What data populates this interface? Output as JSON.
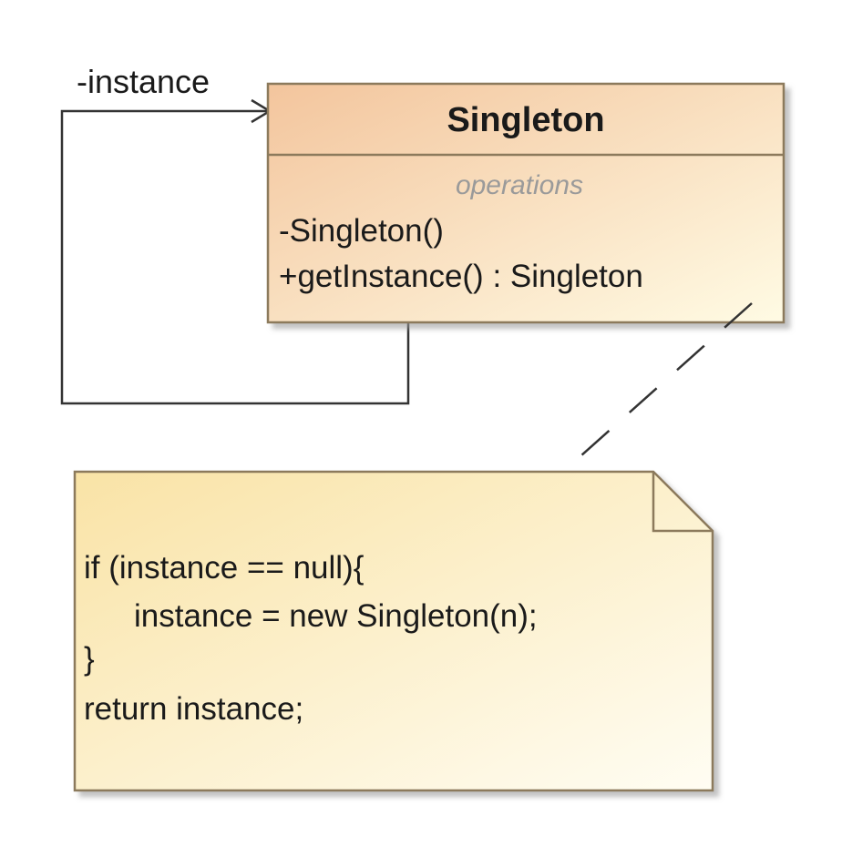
{
  "class_box": {
    "name": "Singleton",
    "stereotype": "operations",
    "operations": [
      "-Singleton()",
      "+getInstance() : Singleton"
    ]
  },
  "association": {
    "role": "-instance"
  },
  "note": {
    "lines": [
      "if (instance == null){",
      "instance = new Singleton(n);",
      "}",
      "return instance;"
    ]
  },
  "colors": {
    "class_fill_start": "#f3c59d",
    "class_fill_end": "#fffbe4",
    "note_fill_start": "#f9e3a6",
    "note_fill_end": "#fffdf3",
    "border": "#8c7a5c",
    "line": "#333333"
  }
}
